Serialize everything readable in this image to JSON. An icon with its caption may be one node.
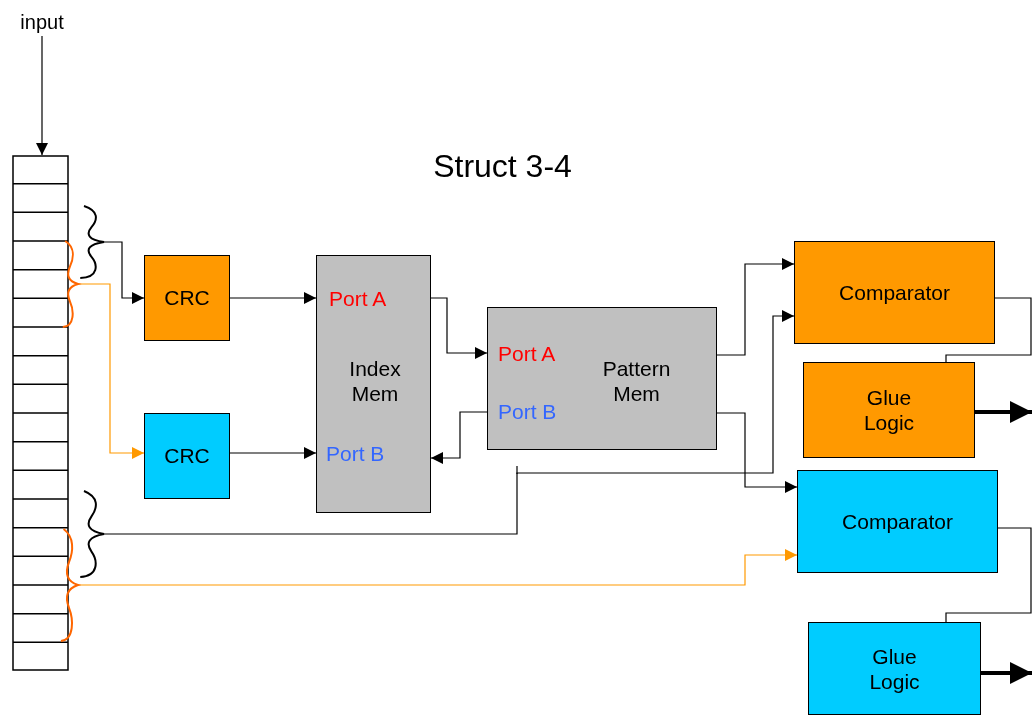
{
  "diagram": {
    "title": "Struct 3-4",
    "nodes": [
      {
        "text": [
          "input"
        ]
      },
      {
        "text": [],
        "shape": "box"
      },
      {
        "text": [],
        "shape": "brace"
      },
      {
        "text": [],
        "shape": "brace"
      },
      {
        "text": [],
        "shape": "brace"
      },
      {
        "text": [],
        "shape": "brace"
      },
      {
        "text": [
          "CRC"
        ]
      },
      {
        "text": [
          "CRC"
        ]
      },
      {
        "text": [
          "Port A",
          "Index Mem",
          "Port B"
        ]
      },
      {
        "text": [
          "Port A",
          "Pattern Mem",
          "Port B"
        ]
      },
      {
        "text": [
          "Comparator"
        ]
      },
      {
        "text": [
          "Glue Logic"
        ]
      },
      {
        "text": [
          "Comparator"
        ]
      },
      {
        "text": [
          "Glue Logic"
        ]
      }
    ],
    "edges": [
      {
        "from": 0,
        "to": 1,
        "arrow": "to"
      },
      {
        "from": 2,
        "to": 6,
        "arrow": "to"
      },
      {
        "from": 3,
        "to": 7,
        "arrow": "to",
        "color": "#ff9900"
      },
      {
        "from": 6,
        "to": 8,
        "arrow": "to"
      },
      {
        "from": 7,
        "to": 8,
        "arrow": "to"
      },
      {
        "from": 8,
        "to": 9,
        "arrow": "to"
      },
      {
        "from": 9,
        "to": 8,
        "arrow": "to"
      },
      {
        "from": 9,
        "to": 10,
        "arrow": "to"
      },
      {
        "from": 9,
        "to": 12,
        "arrow": "to"
      },
      {
        "from": 4,
        "to": 10,
        "arrow": "to"
      },
      {
        "from": 5,
        "to": 12,
        "arrow": "to",
        "color": "#ff9900"
      },
      {
        "from": 10,
        "to": 11,
        "arrow": "none"
      },
      {
        "from": 12,
        "to": 13,
        "arrow": "none"
      },
      {
        "from": 11,
        "to": null,
        "arrow": "to",
        "style": "thick"
      },
      {
        "from": 13,
        "to": null,
        "arrow": "to",
        "style": "thick"
      }
    ]
  }
}
